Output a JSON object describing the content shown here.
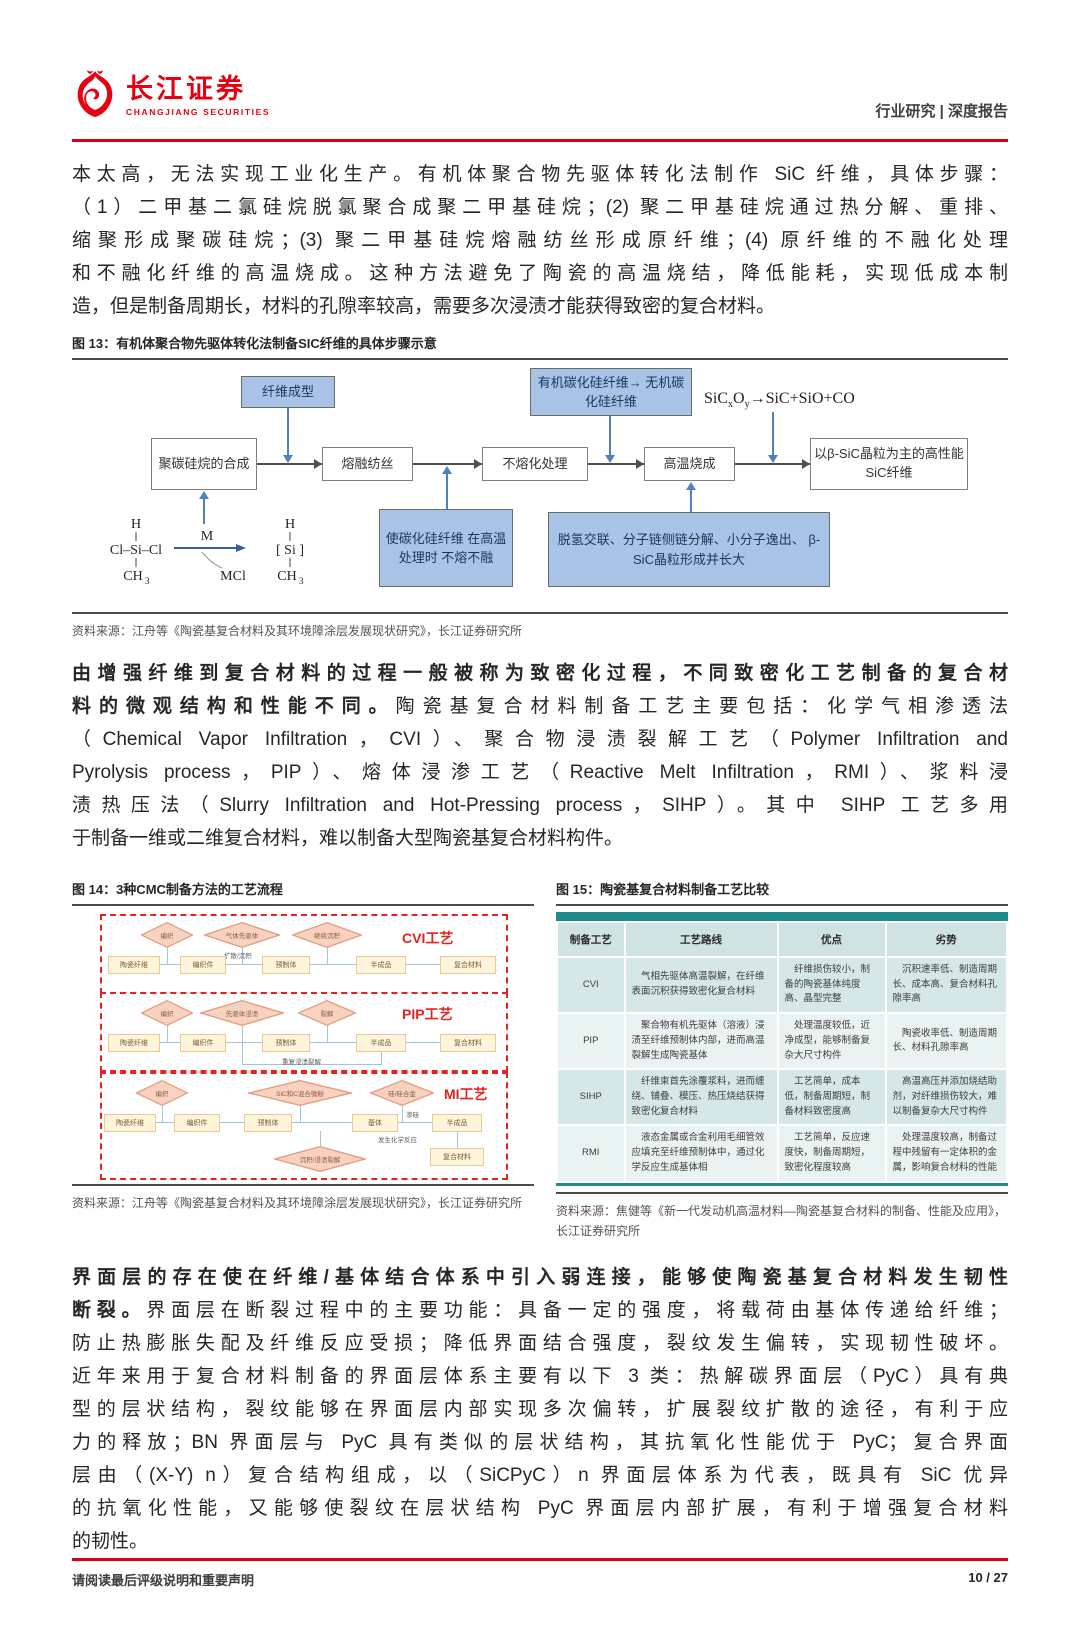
{
  "header": {
    "brand_cn": "长江证券",
    "brand_en": "CHANGJIANG SECURITIES",
    "doc_type": "行业研究 | 深度报告"
  },
  "para1": {
    "lines": [
      {
        "n": "本太高，无法实现工业化生产。有机体聚合物先驱体转化法制作 SiC 纤维，具体步骤："
      },
      {
        "n": "（1）二甲基二氯硅烷脱氯聚合成聚二甲基硅烷；(2) 聚二甲基硅烷通过热分解、重排、"
      },
      {
        "n": "缩聚形成聚碳硅烷；(3) 聚二甲基硅烷熔融纺丝形成原纤维；(4) 原纤维的不融化处理"
      },
      {
        "n": "和不融化纤维的高温烧成。这种方法避免了陶瓷的高温烧结，降低能耗，实现低成本制"
      },
      {
        "n": "造，但是制备周期长，材料的孔隙率较高，需要多次浸渍才能获得致密的复合材料。"
      }
    ]
  },
  "fig13": {
    "caption": "图 13：有机体聚合物先驱体转化法制备SIC纤维的具体步骤示意",
    "flow": [
      "聚碳硅烷的合成",
      "熔融纺丝",
      "不熔化处理",
      "高温烧成",
      "以β-SiC晶粒为主的高性能SiC纤维"
    ],
    "top_note1": "纤维成型",
    "top_note2": "有机碳化硅纤维→ 无机碳化硅纤维",
    "formula": [
      "SiC",
      "x",
      "O",
      "y",
      "→SiC+SiO+CO"
    ],
    "bottom_note1": "使碳化硅纤维 在高温处理时 不熔不融",
    "bottom_note2": "脱氢交联、分子链侧链分解、小分子逸出、 β-SiC晶粒形成并长大",
    "chem": {
      "h": "H",
      "cl_si_cl": "Cl–Si–Cl",
      "ch": "CH",
      "three": "3",
      "m": "M",
      "mcl": "MCl",
      "si": "[ Si ]"
    },
    "source": "资料来源：江舟等《陶瓷基复合材料及其环境障涂层发展现状研究》，长江证券研究所"
  },
  "para2": {
    "lines": [
      {
        "b": "由增强纤维到复合材料的过程一般被称为致密化过程，不同致密化工艺制备的复合材"
      },
      {
        "b": "料的微观结构和性能不同。",
        "n": "陶瓷基复合材料制备工艺主要包括：化学气相渗透法"
      },
      {
        "n": "（Chemical Vapor Infiltration，CVI）、聚合物浸渍裂解工艺（Polymer Infiltration and"
      },
      {
        "n": "Pyrolysis process，PIP）、熔体浸渗工艺（Reactive Melt Infiltration，RMI）、浆料浸"
      },
      {
        "n": "渍热压法（Slurry Infiltration and Hot-Pressing process，SIHP）。其中 SIHP 工艺多用"
      },
      {
        "n": "于制备一维或二维复合材料，难以制备大型陶瓷基复合材料构件。"
      }
    ]
  },
  "fig14": {
    "caption": "图 14：3种CMC制备方法的工艺流程",
    "cvi": {
      "label": "CVI工艺",
      "diamonds": [
        "编织",
        "气体先驱体",
        "继续沉积"
      ],
      "note": "扩散/沉积",
      "boxes": [
        "陶瓷纤维",
        "编织件",
        "预制体",
        "半成品",
        "复合材料"
      ]
    },
    "pip": {
      "label": "PIP工艺",
      "diamonds": [
        "编织",
        "先驱体浸渍",
        "裂解"
      ],
      "boxes": [
        "陶瓷纤维",
        "编织件",
        "预制体",
        "半成品",
        "复合材料"
      ],
      "loop": "重复浸渍裂解"
    },
    "mi": {
      "label": "MI工艺",
      "diamonds": [
        "编织",
        "SiC和C混合微粉",
        "硅/硅合金"
      ],
      "boxes": [
        "陶瓷纤维",
        "编织件",
        "预制体",
        "基体",
        "半成品",
        "复合材料"
      ],
      "note1": "渗硅",
      "note2": "发生化学反应",
      "bottom_diamond": "沉积/浸渍裂解"
    },
    "source": "资料来源：江舟等《陶瓷基复合材料及其环境障涂层发展现状研究》，长江证券研究所"
  },
  "fig15": {
    "caption": "图 15：陶瓷基复合材料制备工艺比较",
    "table": {
      "headers": [
        "制备工艺",
        "工艺路线",
        "优点",
        "劣势"
      ],
      "rows": [
        {
          "process": "CVI",
          "route": "气相先驱体高温裂解，在纤维表面沉积获得致密化复合材料",
          "pros": "纤维损伤较小，制备的陶瓷基体纯度高、晶型完整",
          "cons": "沉积速率低、制造周期长、成本高、复合材料孔隙率高"
        },
        {
          "process": "PIP",
          "route": "聚合物有机先驱体（溶液）浸渍至纤维预制体内部，进而高温裂解生成陶瓷基体",
          "pros": "处理温度较低，近净成型，能够制备复杂大尺寸构件",
          "cons": "陶瓷收率低、制造周期长、材料孔隙率高"
        },
        {
          "process": "SIHP",
          "route": "纤维束首先涂覆浆料，进而缠绕、铺叠、模压、热压烧结获得致密化复合材料",
          "pros": "工艺简单，成本低，制备周期短，制备材料致密度高",
          "cons": "高温高压并添加烧结助剂，对纤维损伤较大，难以制备复杂大尺寸构件"
        },
        {
          "process": "RMI",
          "route": "液态金属或合金利用毛细管效应填充至纤维预制体中，通过化学反应生成基体相",
          "pros": "工艺简单，反应速度快，制备周期短，致密化程度较高",
          "cons": "处理温度较高，制备过程中残留有一定体积的金属，影响复合材料的性能"
        }
      ]
    },
    "source": "资料来源：焦健等《新一代发动机高温材料—陶瓷基复合材料的制备、性能及应用》，长江证券研究所"
  },
  "para3": {
    "lines": [
      {
        "b": "界面层的存在使在纤维/基体结合体系中引入弱连接，能够使陶瓷基复合材料发生韧性"
      },
      {
        "b": "断裂。",
        "n": "界面层在断裂过程中的主要功能：具备一定的强度，将载荷由基体传递给纤维；"
      },
      {
        "n": "防止热膨胀失配及纤维反应受损；降低界面结合强度，裂纹发生偏转，实现韧性破坏。"
      },
      {
        "n": "近年来用于复合材料制备的界面层体系主要有以下 3 类：热解碳界面层（PyC）具有典"
      },
      {
        "n": "型的层状结构，裂纹能够在界面层内部实现多次偏转，扩展裂纹扩散的途径，有利于应"
      },
      {
        "n": "力的释放；BN 界面层与 PyC 具有类似的层状结构，其抗氧化性能优于 PyC；复合界面"
      },
      {
        "n": "层由（(X-Y) n）复合结构组成，以（SiCPyC）n 界面层体系为代表，既具有 SiC 优异"
      },
      {
        "n": "的抗氧化性能，又能够使裂纹在层状结构 PyC 界面层内部扩展，有利于增强复合材料"
      },
      {
        "n": "的韧性。"
      }
    ]
  },
  "footer": {
    "disclaimer": "请阅读最后评级说明和重要声明",
    "page": "10 / 27"
  },
  "colors": {
    "brand_red": "#e60012",
    "rule_red": "#d7000f",
    "table_teal": "#1f8a8b",
    "dashed_red": "#e8211d",
    "flow_blue": "#4f81bd"
  }
}
